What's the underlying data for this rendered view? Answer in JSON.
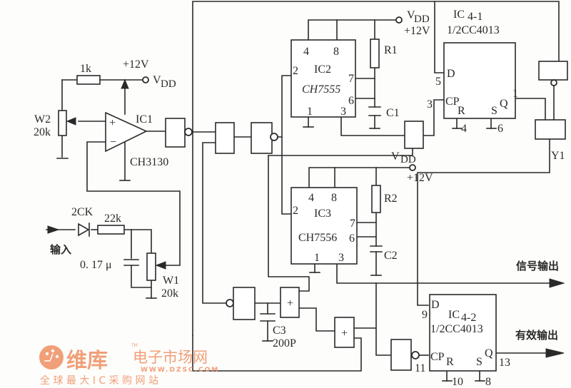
{
  "title": "CH3130 / CH7555 / CH7556 / CC4013 signal detection circuit",
  "components": {
    "ic1": {
      "ref": "IC1",
      "part": "CH3130",
      "plus": "+",
      "minus": "−"
    },
    "ic2": {
      "ref": "IC2",
      "part": "CH7555",
      "pins": {
        "p4": "4",
        "p8": "8",
        "p2": "2",
        "p7": "7",
        "p6": "6",
        "p1": "1",
        "p3": "3"
      }
    },
    "ic3": {
      "ref": "IC3",
      "part": "CH7556",
      "pins": {
        "p4": "4",
        "p8": "8",
        "p2": "2",
        "p7": "7",
        "p6": "6",
        "p1": "1",
        "p3": "3"
      }
    },
    "ic4_1": {
      "ref": "IC4-1",
      "ref_main": "IC",
      "ref_sub": "4-1",
      "part": "1/2CC4013",
      "pin_d": "D",
      "pin_cp": "CP",
      "pin_r": "R",
      "pin_s": "S",
      "pin_q": "Q",
      "num_d": "5",
      "num_cp": "3",
      "num_q": "1",
      "num_r": "4",
      "num_s": "6"
    },
    "ic4_2": {
      "ref": "IC4-2",
      "ref_main": "IC",
      "ref_sub": "4-2",
      "part": "1/2CC4013",
      "pin_d": "D",
      "pin_cp": "CP",
      "pin_r": "R",
      "pin_s": "S",
      "pin_q": "Q",
      "num_d": "9",
      "num_cp": "11",
      "num_q": "13",
      "num_r": "10",
      "num_s": "8"
    },
    "r_1k": "1k",
    "w2_ref": "W2",
    "w2_val": "20k",
    "w1_ref": "W1",
    "w1_val": "20k",
    "diode": "2CK",
    "r_22k": "22k",
    "cap_in": "0. 17 μ",
    "r1": "R1",
    "c1": "C1",
    "r2": "R2",
    "c2": "C2",
    "c3": "C3",
    "c3_val": "200P",
    "y1": "Y1",
    "xor_symbol": "+"
  },
  "power": {
    "vdd": "V",
    "vdd_sub": "DD",
    "v12": "+12V"
  },
  "labels": {
    "input": "输入",
    "signal_out": "信号输出",
    "valid_out": "有效输出"
  },
  "watermark": {
    "brand": "维库",
    "site_name": "电子市场网",
    "url": "WWW.DZSC.COM",
    "slogan": "全 球 最 大 I C 采 购 网 站",
    "tm": "TM",
    "color": "#f0956a"
  }
}
